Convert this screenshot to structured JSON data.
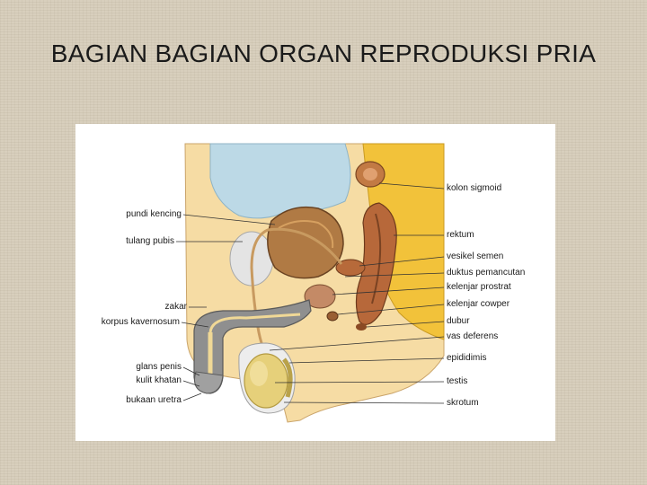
{
  "title": "BAGIAN BAGIAN ORGAN REPRODUKSI PRIA",
  "diagram": {
    "left_labels": [
      {
        "id": "pundi",
        "text": "pundi kencing"
      },
      {
        "id": "tulang",
        "text": "tulang pubis"
      },
      {
        "id": "zakar",
        "text": "zakar"
      },
      {
        "id": "korpus",
        "text": "korpus kavernosum"
      },
      {
        "id": "glans",
        "text": "glans penis"
      },
      {
        "id": "kulit",
        "text": "kulit khatan"
      },
      {
        "id": "bukaan",
        "text": "bukaan uretra"
      }
    ],
    "right_labels": [
      {
        "id": "kolon",
        "text": "kolon sigmoid"
      },
      {
        "id": "rektum",
        "text": "rektum"
      },
      {
        "id": "vesikel",
        "text": "vesikel semen"
      },
      {
        "id": "duktus",
        "text": "duktus pemancutan"
      },
      {
        "id": "prostrat",
        "text": "kelenjar prostrat"
      },
      {
        "id": "cowper",
        "text": "kelenjar cowper"
      },
      {
        "id": "dubur",
        "text": "dubur"
      },
      {
        "id": "vas",
        "text": "vas deferens"
      },
      {
        "id": "epididimis",
        "text": "epididimis"
      },
      {
        "id": "testis",
        "text": "testis"
      },
      {
        "id": "skrotum",
        "text": "skrotum"
      }
    ]
  }
}
